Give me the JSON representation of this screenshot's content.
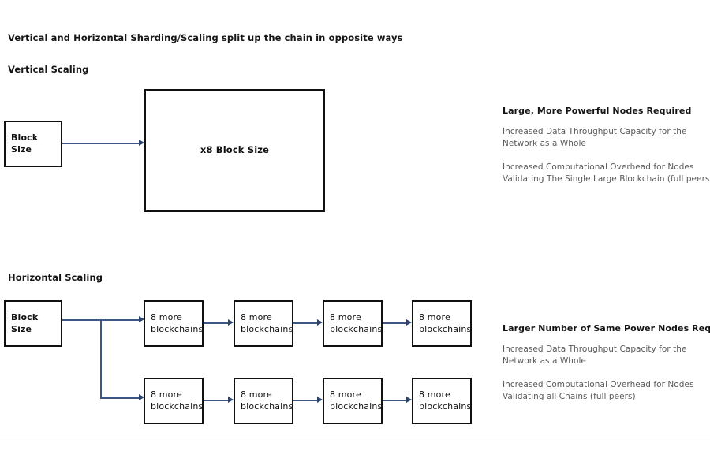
{
  "page": {
    "title": "Vertical and Horizontal Sharding/Scaling split up the chain in opposite ways",
    "accent_color": "#3d5684",
    "box_border_color": "#111111",
    "body_text_color": "#5a5a5a",
    "background_color": "#ffffff",
    "divider_color": "#eef0f5"
  },
  "vertical_section": {
    "title": "Vertical Scaling",
    "source_node": {
      "label": "Block Size"
    },
    "target_node": {
      "label": "x8 Block Size"
    },
    "notes": {
      "heading": "Large, More Powerful Nodes Required",
      "paragraphs": [
        "Increased Data Throughput Capacity for the Network as a Whole",
        "Increased Computational Overhead for Nodes Validating The Single Large Blockchain (full peers)"
      ]
    }
  },
  "horizontal_section": {
    "title": "Horizontal Scaling",
    "source_node": {
      "label": "Block Size"
    },
    "chain_rows": [
      {
        "row": "top",
        "nodes": [
          {
            "label": "8 more blockchains"
          },
          {
            "label": "8 more blockchains"
          },
          {
            "label": "8 more blockchains"
          },
          {
            "label": "8 more blockchains"
          }
        ]
      },
      {
        "row": "bottom",
        "nodes": [
          {
            "label": "8 more blockchains"
          },
          {
            "label": "8 more blockchains"
          },
          {
            "label": "8 more blockchains"
          },
          {
            "label": "8 more blockchains"
          }
        ]
      }
    ],
    "notes": {
      "heading": "Larger Number of Same Power Nodes Required",
      "paragraphs": [
        "Increased Data Throughput Capacity for the Network as a Whole",
        "Increased Computational Overhead for Nodes Validating all Chains (full peers)"
      ]
    }
  }
}
